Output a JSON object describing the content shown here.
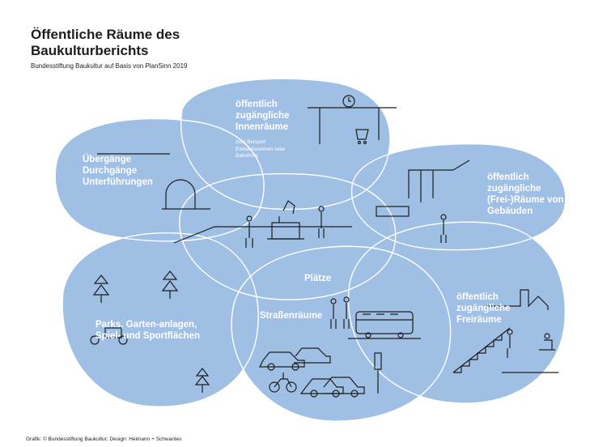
{
  "header": {
    "title": "Öffentliche Räume des Baukulturberichts",
    "subtitle": "Bundesstiftung Baukultur auf Basis von PlanSinn 2019"
  },
  "areas": {
    "innenraeume": {
      "label": "öffentlich zugängliche Innenräume",
      "note": "zum Beispiel Einkaufszentren oder Bahnhöfe"
    },
    "uebergaenge": {
      "label": "Übergänge Durchgänge Unterführungen"
    },
    "gebaeude": {
      "label": "öffentlich zugängliche (Frei-)Räume von Gebäuden"
    },
    "plaetze": {
      "label": "Plätze"
    },
    "parks": {
      "label": "Parks, Garten-anlagen, Spiel- und Sportflächen"
    },
    "strassen": {
      "label": "Straßenräume"
    },
    "freiraeume": {
      "label": "öffentlich zugängliche Freiräume"
    }
  },
  "footer": {
    "credit": "Grafik: © Bundesstiftung Baukultur; Design: Heimann + Schwantes"
  },
  "colors": {
    "bubble": "#9fbfe5",
    "outline": "#ffffff",
    "ink": "#1d1d1b"
  }
}
